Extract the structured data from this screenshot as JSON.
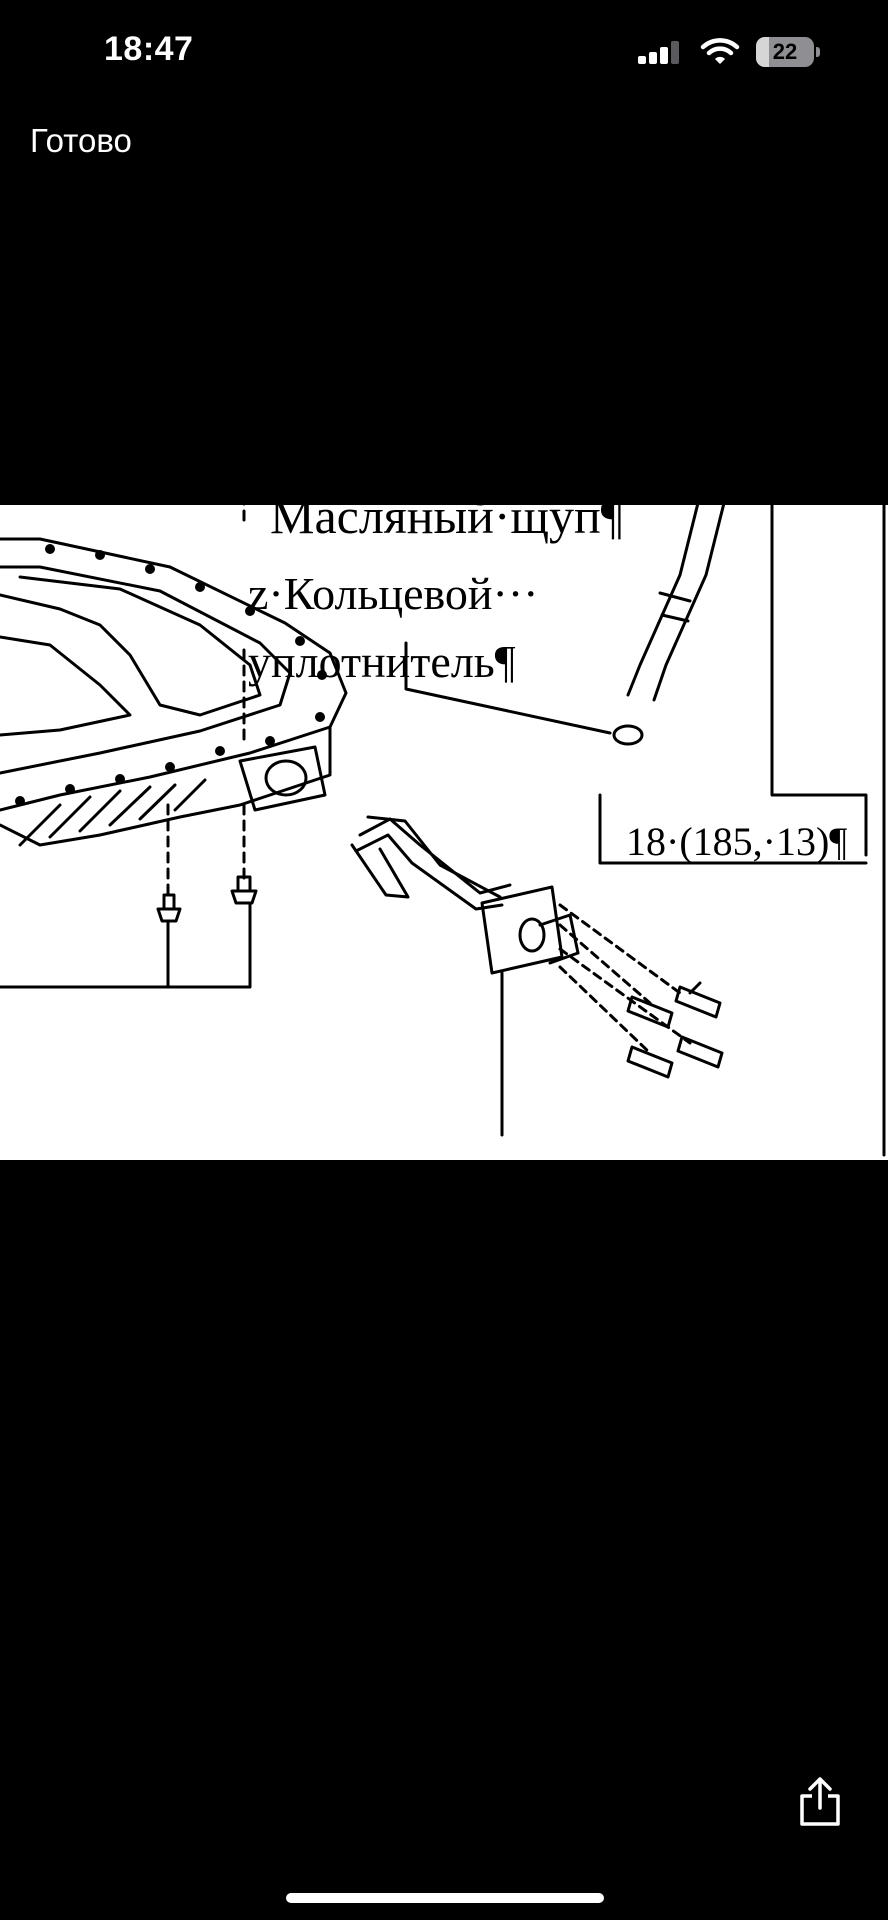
{
  "status_bar": {
    "time": "18:47",
    "battery_percent": "22",
    "battery_level": 0.22,
    "signal_icon": "signal-bars-icon",
    "wifi_icon": "wifi-icon"
  },
  "toolbar": {
    "done_label": "Готово",
    "share_icon": "share-icon"
  },
  "image": {
    "labels": {
      "dipstick": "Масляный·щуп¶",
      "oring_line1": "z·Кольцевой···",
      "oring_line2": "уплотнитель¶",
      "torque": "18·(185,·13)¶"
    }
  },
  "colors": {
    "background": "#000000",
    "image_background": "#ffffff",
    "line": "#000000",
    "text": "#ffffff"
  }
}
